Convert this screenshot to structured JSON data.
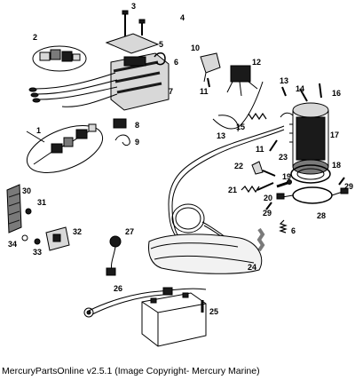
{
  "caption": "MercuryPartsOnline v2.5.1 (Image Copyright- Mercury Marine)",
  "callouts": {
    "c1": "1",
    "c2": "2",
    "c3": "3",
    "c4": "4",
    "c5": "5",
    "c6": "6",
    "c6b": "6",
    "c7": "7",
    "c8": "8",
    "c9": "9",
    "c10": "10",
    "c11": "11",
    "c11b": "11",
    "c12": "12",
    "c13": "13",
    "c13b": "13",
    "c14": "14",
    "c15": "15",
    "c16": "16",
    "c17": "17",
    "c18": "18",
    "c19": "19",
    "c20": "20",
    "c21": "21",
    "c22": "22",
    "c23": "23",
    "c24": "24",
    "c25": "25",
    "c26": "26",
    "c27": "27",
    "c28": "28",
    "c29": "29",
    "c29b": "29",
    "c30": "30",
    "c31": "31",
    "c32": "32",
    "c33": "33",
    "c34": "34"
  },
  "colors": {
    "line": "#000000",
    "fill_dark": "#1a1a1a",
    "fill_mid": "#7a7a7a",
    "fill_light": "#d8d8d8"
  }
}
